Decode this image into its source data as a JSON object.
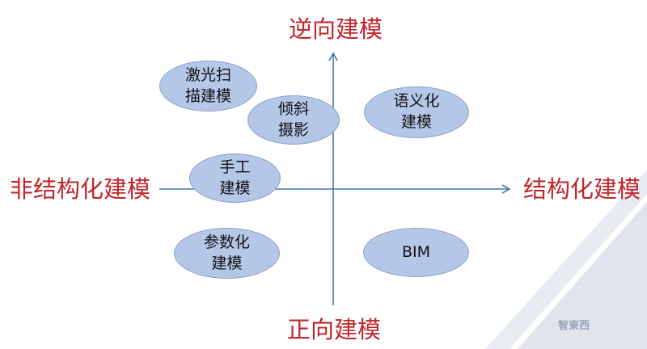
{
  "axes": {
    "top": "逆向建模",
    "bottom": "正向建模",
    "left": "非结构化建模",
    "right": "结构化建模"
  },
  "nodes": [
    {
      "id": "laser",
      "lines": [
        "激光扫",
        "描建模"
      ]
    },
    {
      "id": "oblique",
      "lines": [
        "倾斜",
        "摄影"
      ]
    },
    {
      "id": "semantic",
      "lines": [
        "语义化",
        "建模"
      ]
    },
    {
      "id": "manual",
      "lines": [
        "手工",
        "建模"
      ]
    },
    {
      "id": "parametric",
      "lines": [
        "参数化",
        "建模"
      ]
    },
    {
      "id": "bim",
      "lines": [
        "BIM"
      ]
    }
  ],
  "watermark": {
    "text": "智東西"
  },
  "colors": {
    "axis_label": "#c0262d",
    "axis_line": "#4a72b0",
    "bubble_fill": "#b4c7e7",
    "bubble_border": "#8aa2c8",
    "watermark": "#c9cfe0"
  }
}
